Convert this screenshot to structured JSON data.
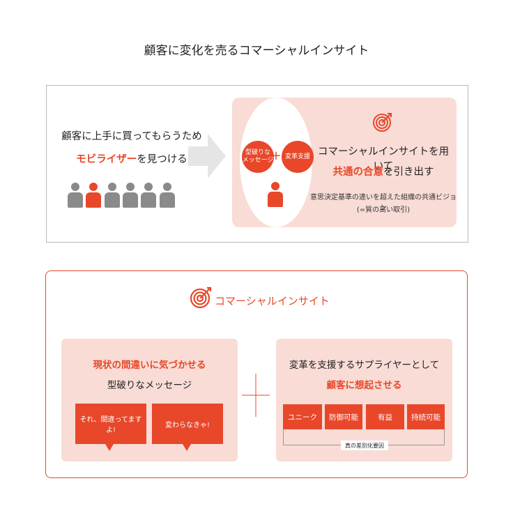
{
  "page_title": "顧客に変化を売るコマーシャルインサイト",
  "top": {
    "left_line1": "顧客に上手に買ってもらうため",
    "left_line2_red": "モビライザー",
    "left_line2_rest": "を見つける",
    "people_count": 6,
    "highlighted_person_index": 1,
    "circle_left_label": "型破りな\nメッセージ",
    "circle_right_label": "変革支援",
    "plus": "+",
    "right_line1": "コマーシャルインサイトを用いて",
    "right_line2_red": "共通の合意",
    "right_line2_rest": "を引き出す",
    "right_line3": "意思決定基準の違いを超えた組織の共通ビジョン",
    "right_line4": "(=質の高い取引)",
    "target_icon": "target-icon"
  },
  "bottom": {
    "title": "コマーシャルインサイト",
    "left_card": {
      "title": "現状の間違いに気づかせる",
      "subtitle": "型破りなメッセージ",
      "bubbles": [
        "それ、間違ってますよ!",
        "変わらなきゃ!"
      ]
    },
    "plus": "+",
    "right_card": {
      "title": "変革を支援するサプライヤーとして",
      "subtitle": "顧客に想起させる",
      "tags": [
        "ユニーク",
        "防御可能",
        "有益",
        "持続可能"
      ],
      "bracket_label": "真の差別化要因"
    }
  },
  "colors": {
    "accent": "#e8472a",
    "pink_bg": "#f8dcd5",
    "person_gray": "#8a8a8a",
    "arrow_gray": "#e5e5e5"
  }
}
